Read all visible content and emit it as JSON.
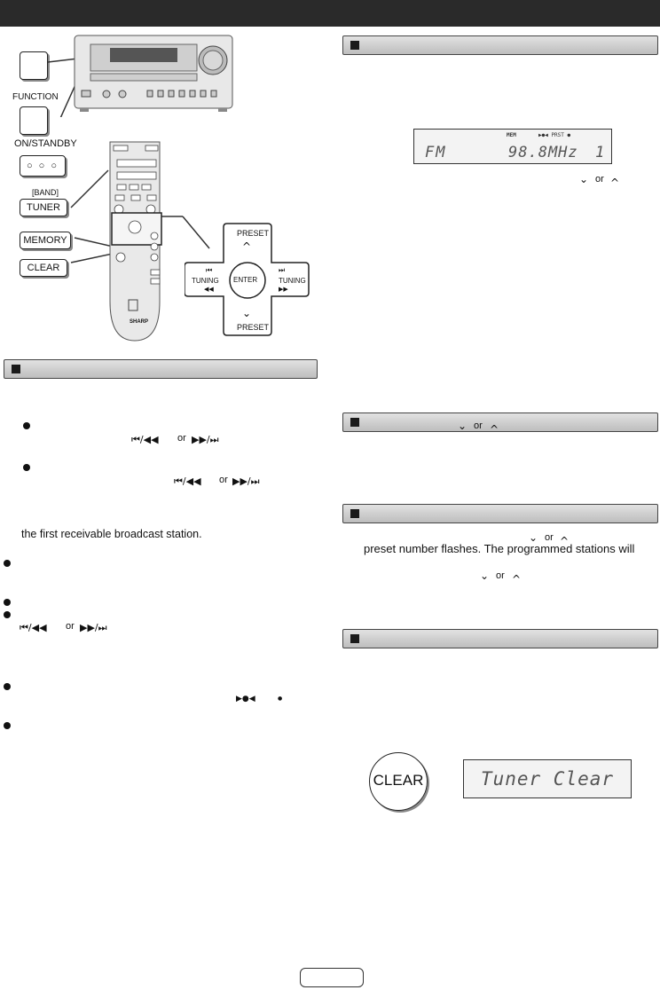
{
  "unit_labels": {
    "function": "FUNCTION",
    "on_standby": "ON/STANDBY",
    "power_symbol": "○ ○ ○",
    "band": "[BAND]",
    "tuner": "TUNER",
    "memory": "MEMORY",
    "clear": "CLEAR"
  },
  "dpad": {
    "preset_top": "PRESET",
    "preset_bottom": "PRESET",
    "tuning_left": "TUNING",
    "tuning_right": "TUNING",
    "enter": "ENTER",
    "up": "^",
    "down": "⌄",
    "left_sym_top": "⏮",
    "left_sym_bottom": "◀◀",
    "right_sym_top": "⏭",
    "right_sym_bottom": "▶▶"
  },
  "brand": "SHARP",
  "display_fm": {
    "band": "FM",
    "freq": "98.8MHz",
    "preset_num": "1",
    "mem_icon": "MEM",
    "preset_indicator": "▶●◀ PRST ●"
  },
  "display_clear": {
    "text": "Tuner Clear"
  },
  "clear_button": {
    "label": "CLEAR"
  },
  "symbols": {
    "skip_back": "⏮/◀◀",
    "skip_fwd": "▶▶/⏭",
    "or": "or",
    "down": "⌄",
    "up": "^",
    "stereo": "▶●◀",
    "dot": "●"
  },
  "text_lines": {
    "first_receivable": "the first receivable broadcast station.",
    "preset_flashes": "preset number flashes. The programmed stations will"
  }
}
